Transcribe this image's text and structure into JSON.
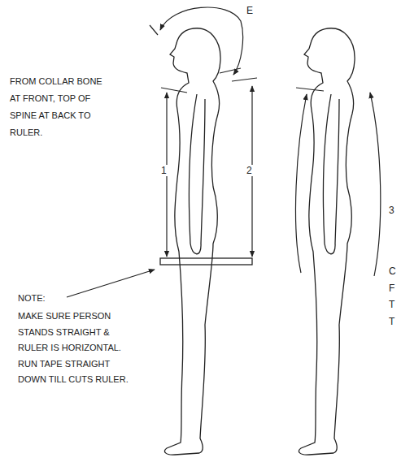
{
  "diagram": {
    "labels": [
      "FROM COLLAR BONE AT FRONT, TOP OF SPINE AT BACK TO RULER.",
      "E",
      "1",
      "2",
      "3",
      "NOTE:",
      "MAKE SURE PERSON STANDS STRAIGHT & RULER IS HORIZONTAL. RUN TAPE STRAIGHT DOWN TILL CUTS RULER.",
      "C",
      "F",
      "T",
      "T"
    ]
  }
}
